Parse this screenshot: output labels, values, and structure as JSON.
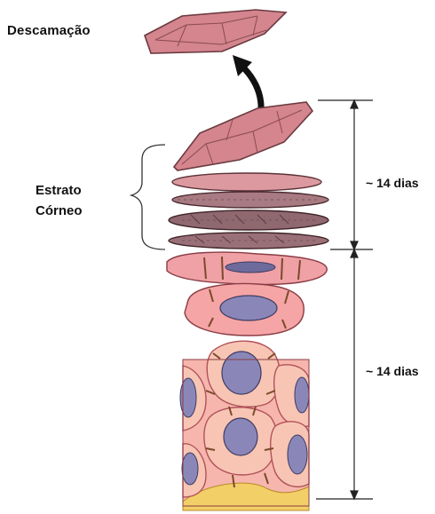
{
  "labels": {
    "desquamation": "Descamação",
    "stratum_line1": "Estrato",
    "stratum_line2": "Córneo",
    "duration_upper": "~ 14 dias",
    "duration_lower": "~ 14 dias"
  },
  "colors": {
    "flake_fill": "#d4858d",
    "flake_stroke": "#6b3a40",
    "corneum_layer": "#9a7078",
    "granular_cell": "#f0a1a6",
    "living_cell": "#f7b6ad",
    "nucleus": "#8a87b8",
    "basement": "#f3cf67",
    "measure_line": "#222222"
  }
}
